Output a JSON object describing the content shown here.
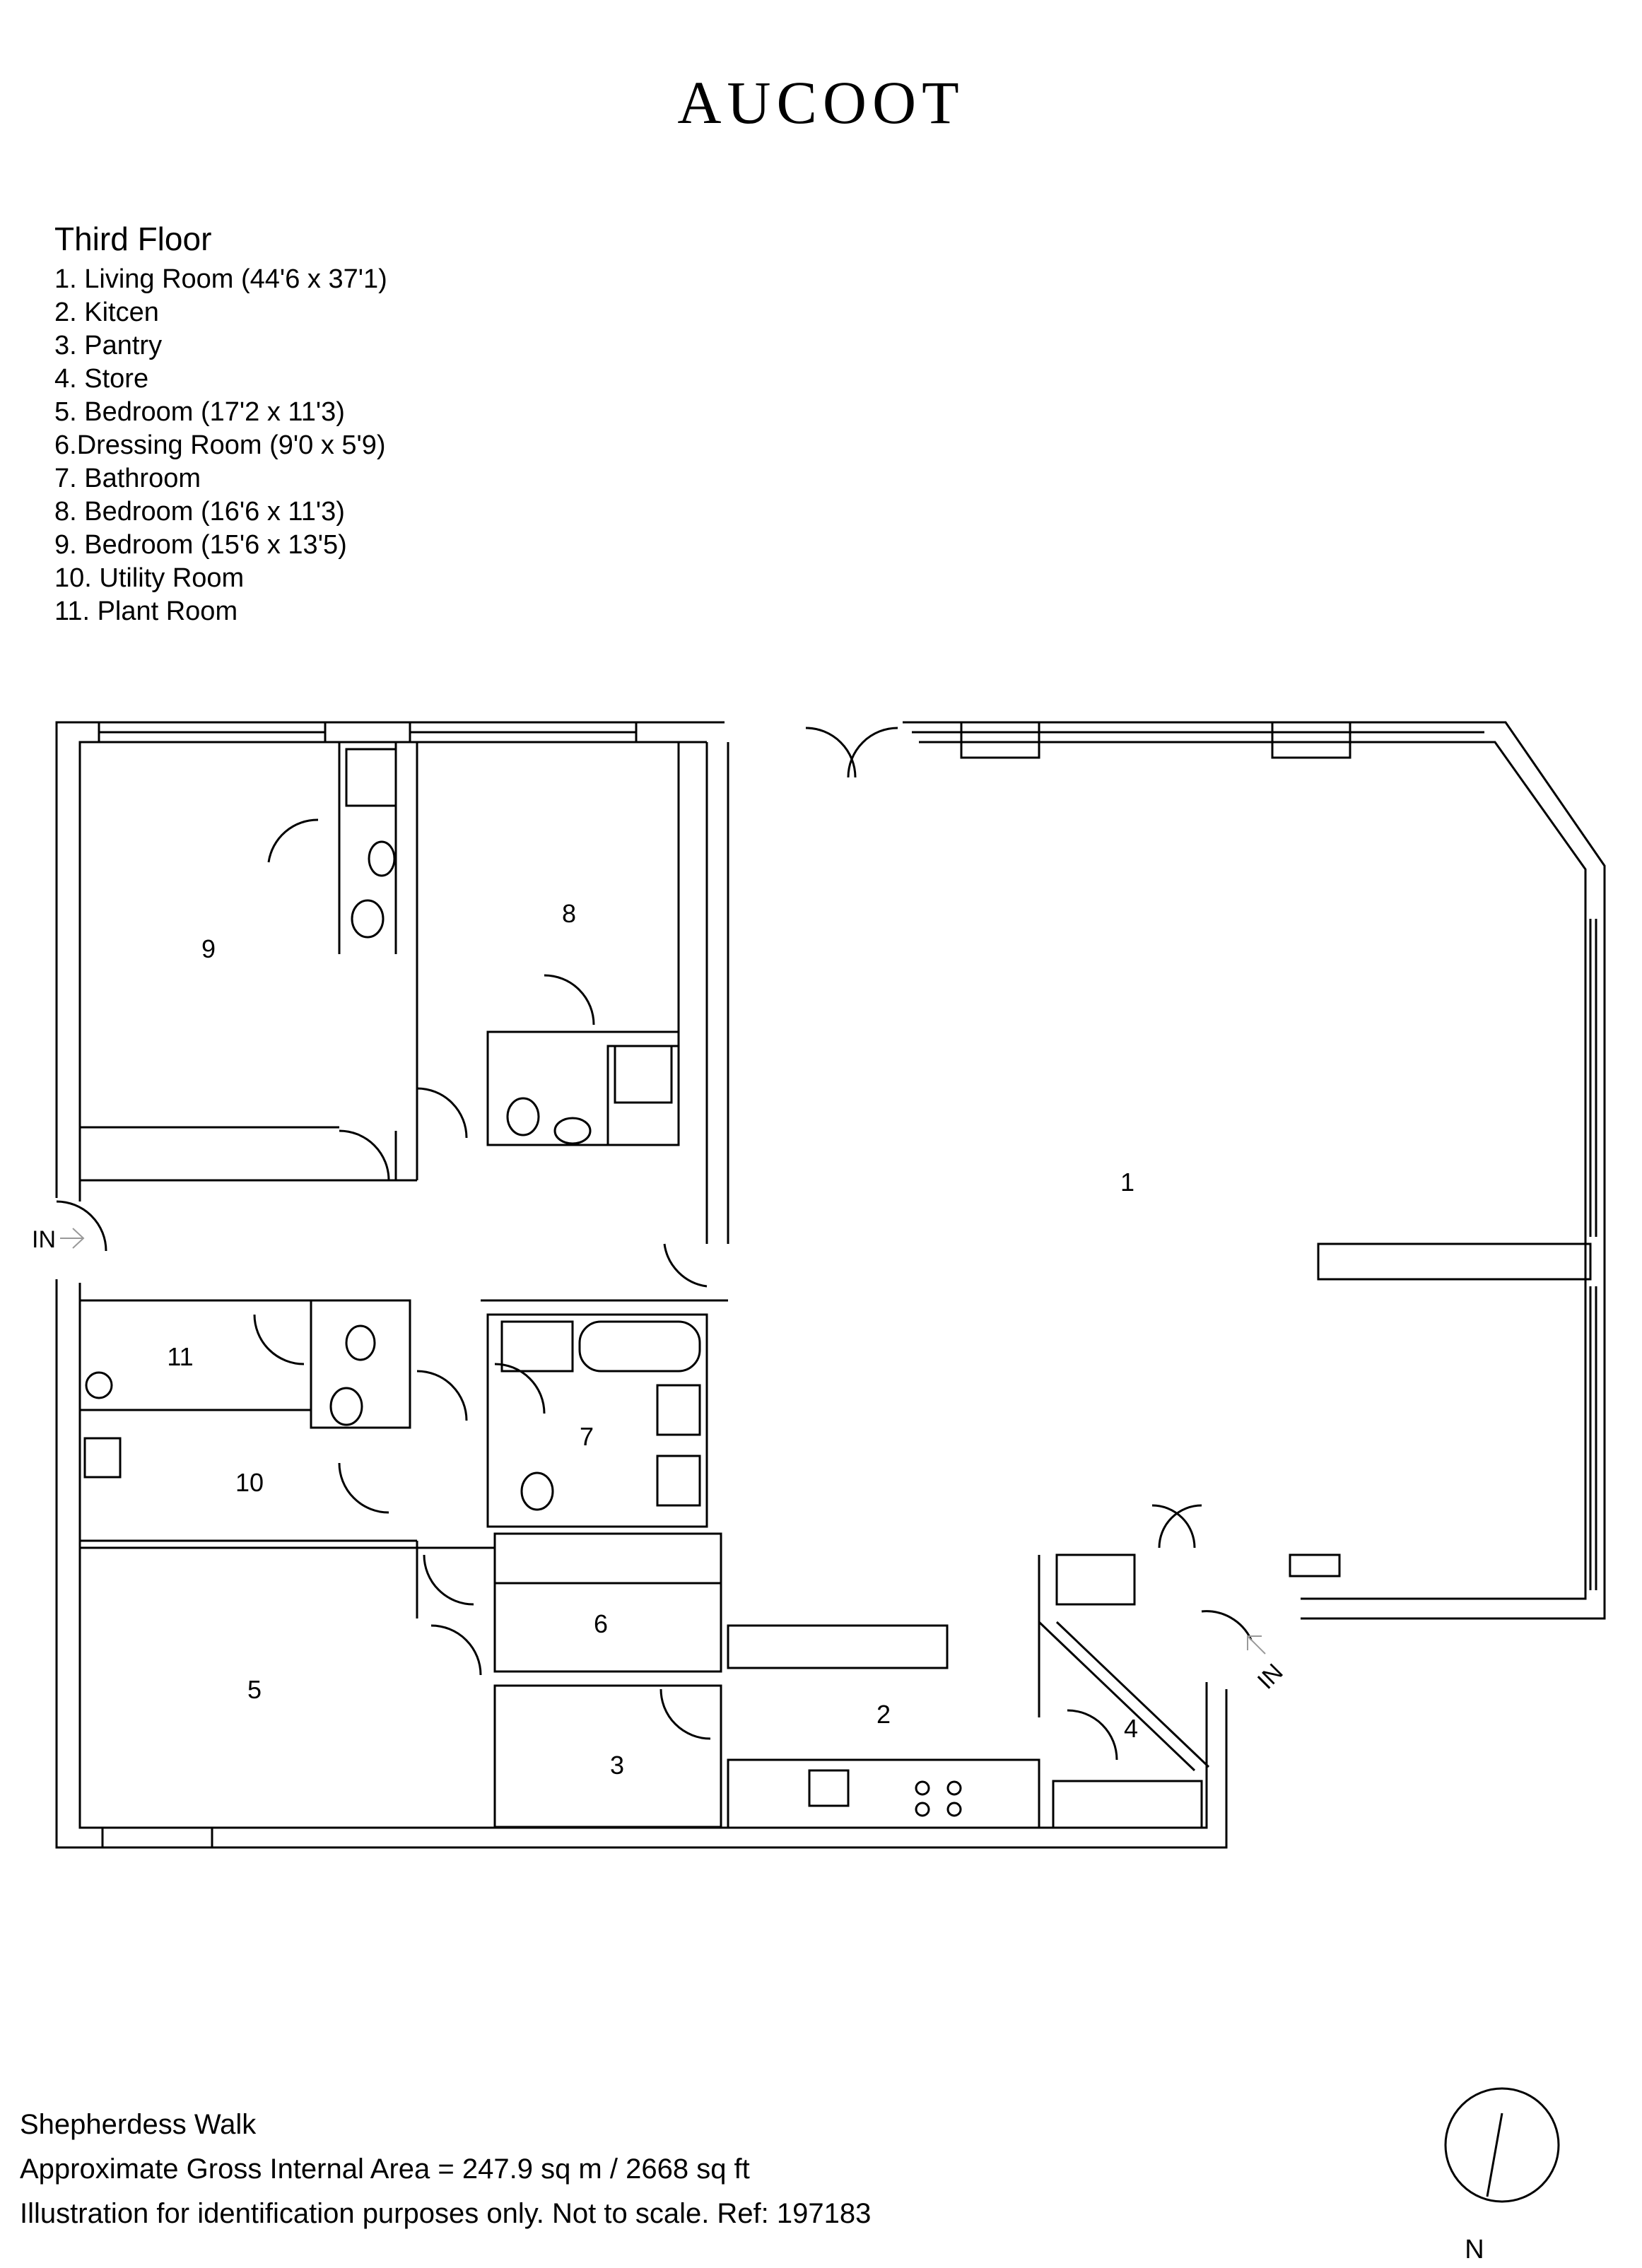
{
  "brand": "AUCOOT",
  "legend": {
    "title": "Third Floor",
    "items": [
      "1. Living Room  (44'6 x 37'1)",
      "2. Kitcen",
      "3. Pantry",
      "4. Store",
      "5. Bedroom (17'2 x 11'3)",
      "6.Dressing Room (9'0 x 5'9)",
      "7. Bathroom",
      "8. Bedroom (16'6 x 11'3)",
      "9. Bedroom (15'6 x 13'5)",
      "10. Utility Room",
      "11. Plant Room"
    ]
  },
  "plan": {
    "room_numbers": [
      "1",
      "2",
      "3",
      "4",
      "5",
      "6",
      "7",
      "8",
      "9",
      "10",
      "11"
    ],
    "entrance_main": "IN",
    "entrance_side": "IN"
  },
  "compass": {
    "label": "N"
  },
  "footer": {
    "address": "Shepherdess Walk",
    "area": "Approximate Gross Internal Area = 247.9 sq m / 2668 sq ft",
    "disclaimer": "Illustration for identification purposes only. Not to scale. Ref: 197183"
  }
}
